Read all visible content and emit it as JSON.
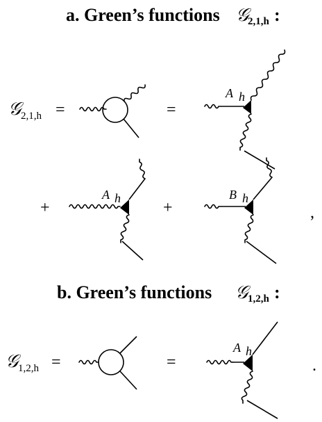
{
  "section_a": {
    "heading": "a. Green’s functions",
    "symbol": "𝒢",
    "subscript": "2,1,h",
    "colon": ":",
    "equation_lhs_symbol": "𝒢",
    "equation_lhs_subscript": "2,1,h",
    "equals": "=",
    "plus": "+",
    "comma": ",",
    "vertex_labels": [
      {
        "main": "A",
        "sub": "h"
      },
      {
        "main": "A",
        "sub": "h"
      },
      {
        "main": "B",
        "sub": "h"
      }
    ]
  },
  "section_b": {
    "heading": "b. Green’s functions",
    "symbol": "𝒢",
    "subscript": "1,2,h",
    "colon": ":",
    "equation_lhs_symbol": "𝒢",
    "equation_lhs_subscript": "1,2,h",
    "equals": "=",
    "period": ".",
    "vertex_labels": [
      {
        "main": "A",
        "sub": "h"
      }
    ]
  }
}
